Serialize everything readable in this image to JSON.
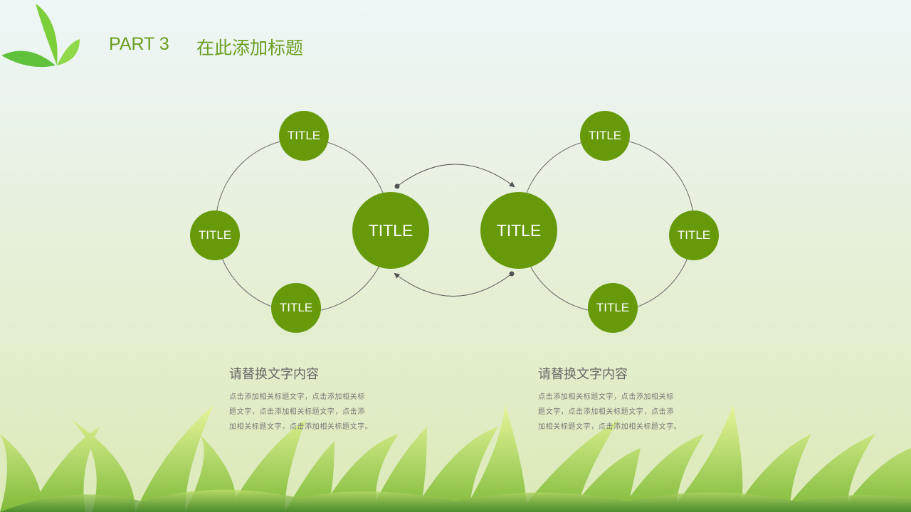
{
  "header": {
    "part": "PART 3",
    "title": "在此添加标题"
  },
  "colors": {
    "node": "#669a0b",
    "accent": "#6a9d1f"
  },
  "left_cluster": {
    "center": "TITLE",
    "nodes": [
      "TITLE",
      "TITLE",
      "TITLE"
    ]
  },
  "right_cluster": {
    "center": "TITLE",
    "nodes": [
      "TITLE",
      "TITLE",
      "TITLE"
    ]
  },
  "blocks": [
    {
      "heading": "请替换文字内容",
      "lines": [
        "点击添加相关标题文字，点击添加相关标",
        "题文字，点击添加相关标题文字，点击添",
        "加相关标题文字，点击添加相关标题文字。"
      ]
    },
    {
      "heading": "请替换文字内容",
      "lines": [
        "点击添加相关标题文字，点击添加相关标",
        "题文字，点击添加相关标题文字，点击添",
        "加相关标题文字，点击添加相关标题文字。"
      ]
    }
  ]
}
